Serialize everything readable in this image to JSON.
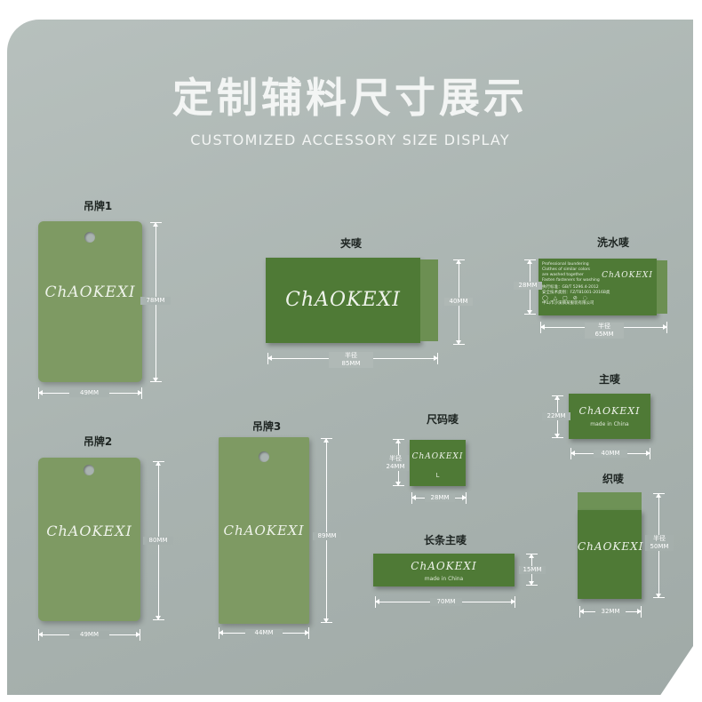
{
  "header": {
    "title": "定制辅料尺寸展示",
    "subtitle": "CUSTOMIZED ACCESSORY SIZE DISPLAY"
  },
  "brand": {
    "logo": "ChAOKEXI",
    "made_in": "made in China"
  },
  "colors": {
    "background": "#a9b3b0",
    "hangtag": "#7e9a63",
    "woven_label": "#4f7a36",
    "text": "#ffffff"
  },
  "items": {
    "hangtag1": {
      "label": "吊牌1",
      "width": "49MM",
      "height": "78MM"
    },
    "hangtag2": {
      "label": "吊牌2",
      "width": "49MM",
      "height": "80MM"
    },
    "hangtag3": {
      "label": "吊牌3",
      "width": "44MM",
      "height": "89MM"
    },
    "clip_label": {
      "label": "夹唛",
      "width_prefix": "半径",
      "width": "85MM",
      "height": "40MM"
    },
    "wash_label": {
      "label": "洗水唛",
      "width_prefix": "半径",
      "width": "65MM",
      "height": "28MM",
      "lines": [
        "Professional laundering",
        "Clothes of similar colors",
        "are washed together",
        "Fasten fasteners for washing",
        "执行标准：GB/T 5296.4-2012",
        "安全技术类别：FZ/T81001-2016B类",
        "中山市沙溪镇某服装有限公司"
      ]
    },
    "main_label": {
      "label": "主唛",
      "width": "40MM",
      "height": "22MM"
    },
    "size_label": {
      "label": "尺码唛",
      "width": "28MM",
      "height_prefix": "半径",
      "height": "24MM",
      "size": "L"
    },
    "long_label": {
      "label": "长条主唛",
      "width": "70MM",
      "height": "15MM"
    },
    "woven_label": {
      "label": "织唛",
      "width": "32MM",
      "height_prefix": "半径",
      "height": "50MM"
    }
  }
}
